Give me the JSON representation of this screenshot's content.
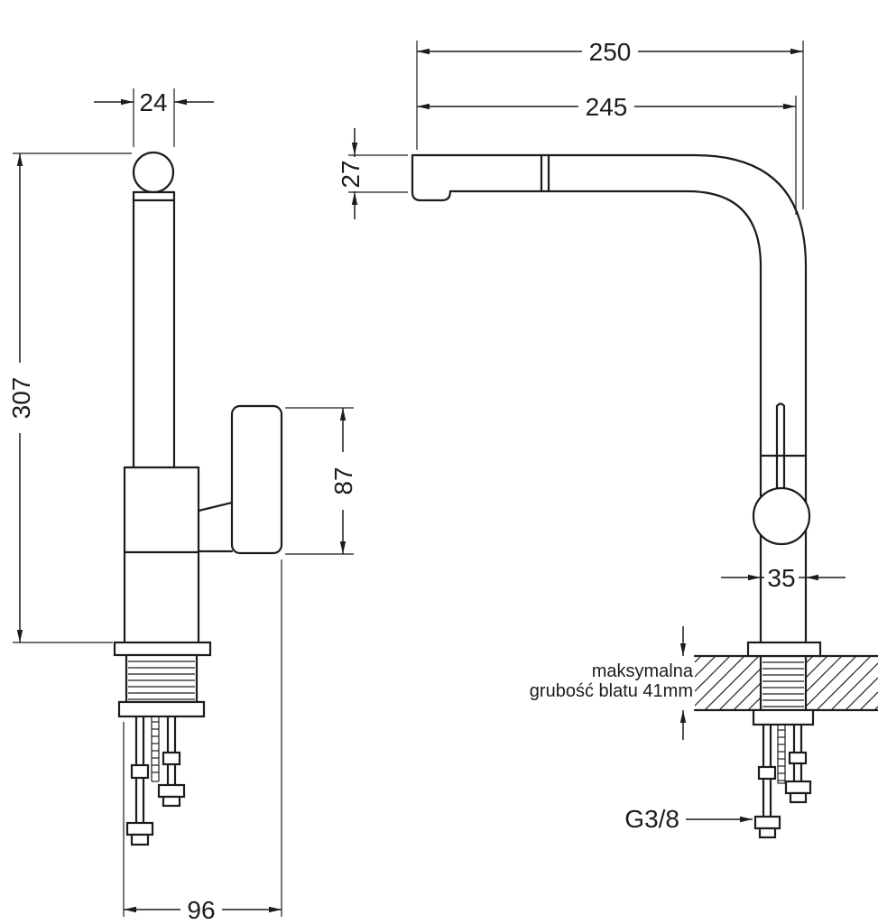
{
  "colors": {
    "line": "#1c1c1c",
    "background": "#ffffff"
  },
  "side_view": {
    "dims": {
      "spout_width": "24",
      "height": "307",
      "handle_length": "87",
      "base_width": "96"
    }
  },
  "front_view": {
    "dims": {
      "depth_total": "250",
      "depth_spout": "245",
      "spout_height": "27",
      "body_width": "35"
    },
    "thread_label": "G3/8",
    "counter_note_line1": "maksymalna",
    "counter_note_line2": "grubość blatu 41mm"
  }
}
